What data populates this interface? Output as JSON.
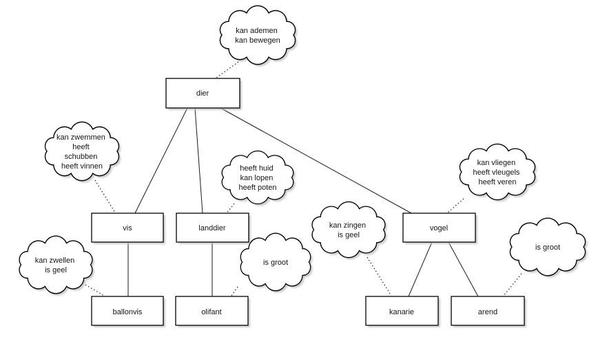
{
  "diagram": {
    "nodes": {
      "dier": {
        "label": "dier"
      },
      "vis": {
        "label": "vis"
      },
      "landdier": {
        "label": "landdier"
      },
      "vogel": {
        "label": "vogel"
      },
      "ballonvis": {
        "label": "ballonvis"
      },
      "olifant": {
        "label": "olifant"
      },
      "kanarie": {
        "label": "kanarie"
      },
      "arend": {
        "label": "arend"
      }
    },
    "property_clouds": {
      "dier": {
        "lines": [
          "kan ademen",
          "kan bewegen"
        ]
      },
      "vis": {
        "lines": [
          "kan zwemmen",
          "heeft",
          "schubben",
          "heeft vinnen"
        ]
      },
      "landdier": {
        "lines": [
          "heeft huid",
          "kan lopen",
          "heeft poten"
        ]
      },
      "vogel": {
        "lines": [
          "kan vliegen",
          "heeft vleugels",
          "heeft veren"
        ]
      },
      "ballonvis": {
        "lines": [
          "kan zwellen",
          "is geel"
        ]
      },
      "olifant": {
        "lines": [
          "is groot"
        ]
      },
      "kanarie": {
        "lines": [
          "kan zingen",
          "is geel"
        ]
      },
      "arend": {
        "lines": [
          "is groot"
        ]
      }
    },
    "edges": {
      "solid": [
        {
          "from": "dier",
          "to": "vis"
        },
        {
          "from": "dier",
          "to": "landdier"
        },
        {
          "from": "dier",
          "to": "vogel"
        },
        {
          "from": "vis",
          "to": "ballonvis"
        },
        {
          "from": "landdier",
          "to": "olifant"
        },
        {
          "from": "vogel",
          "to": "kanarie"
        },
        {
          "from": "vogel",
          "to": "arend"
        }
      ],
      "dotted": [
        {
          "from": "dier-cloud",
          "to": "dier"
        },
        {
          "from": "vis-cloud",
          "to": "vis"
        },
        {
          "from": "landdier-cloud",
          "to": "landdier"
        },
        {
          "from": "vogel-cloud",
          "to": "vogel"
        },
        {
          "from": "ballonvis-cloud",
          "to": "ballonvis"
        },
        {
          "from": "olifant-cloud",
          "to": "olifant"
        },
        {
          "from": "kanarie-cloud",
          "to": "kanarie"
        },
        {
          "from": "arend-cloud",
          "to": "arend"
        }
      ]
    },
    "colors": {
      "background": "#ffffff",
      "node_fill": "#ffffff",
      "outline": "#000000",
      "shadow": "#c2c2c2",
      "text": "#141414"
    }
  }
}
